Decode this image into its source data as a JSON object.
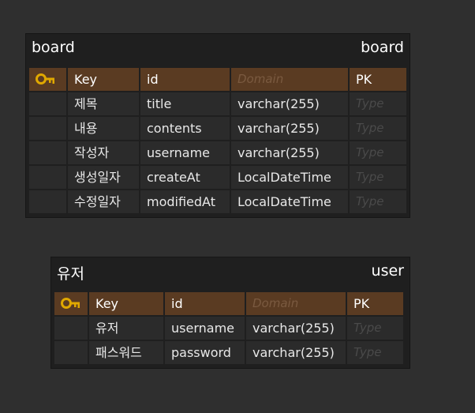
{
  "entities": {
    "board": {
      "logical_name": "board",
      "physical_name": "board",
      "columns": [
        {
          "key": "Key",
          "name": "id",
          "domain": "Domain",
          "type": "PK",
          "pk": true
        },
        {
          "key": "제목",
          "name": "title",
          "domain": "varchar(255)",
          "type": "Type"
        },
        {
          "key": "내용",
          "name": "contents",
          "domain": "varchar(255)",
          "type": "Type"
        },
        {
          "key": "작성자",
          "name": "username",
          "domain": "varchar(255)",
          "type": "Type"
        },
        {
          "key": "생성일자",
          "name": "createAt",
          "domain": "LocalDateTime",
          "type": "Type"
        },
        {
          "key": "수정일자",
          "name": "modifiedAt",
          "domain": "LocalDateTime",
          "type": "Type"
        }
      ]
    },
    "user": {
      "logical_name": "유저",
      "physical_name": "user",
      "columns": [
        {
          "key": "Key",
          "name": "id",
          "domain": "Domain",
          "type": "PK",
          "pk": true
        },
        {
          "key": "유저",
          "name": "username",
          "domain": "varchar(255)",
          "type": "Type"
        },
        {
          "key": "패스워드",
          "name": "password",
          "domain": "varchar(255)",
          "type": "Type"
        }
      ]
    }
  },
  "colors": {
    "background": "#2f2f2f",
    "entity_bg": "#1f1f1f",
    "cell_bg": "#2b2b2b",
    "pk_row_bg": "#5a3b22",
    "key_icon": "#e0a800"
  },
  "icons": {
    "primary_key": "key-icon"
  }
}
